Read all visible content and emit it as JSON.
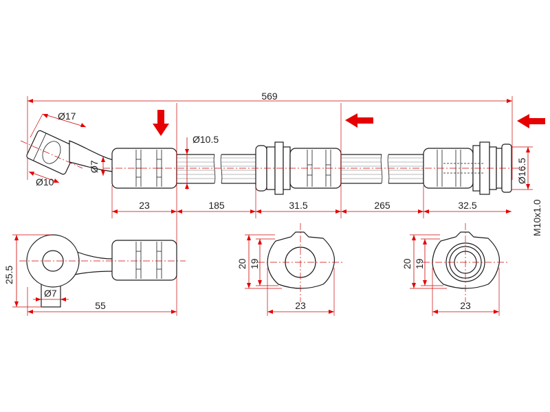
{
  "overall_length": "569",
  "top_view": {
    "eye_outer_dia": "Ø17",
    "eye_inner_dia": "Ø10",
    "tube_dia": "Ø7",
    "hose_dia": "Ø10.5",
    "fitting_dia": "Ø16.5",
    "thread": "M10x1.0",
    "len_fitting_1": "23",
    "len_hose_1": "185",
    "len_fitting_2": "31.5",
    "len_hose_2": "265",
    "len_fitting_3": "32.5"
  },
  "side_view": {
    "height": "25.5",
    "tube_dia": "Ø7",
    "length": "55"
  },
  "section_middle": {
    "outer": "20",
    "inner": "19",
    "width": "23"
  },
  "section_right": {
    "outer": "20",
    "inner": "19",
    "width": "23"
  },
  "colors": {
    "accent": "#e60000",
    "dimension": "#cc0000",
    "outline": "#1a1a1a"
  }
}
